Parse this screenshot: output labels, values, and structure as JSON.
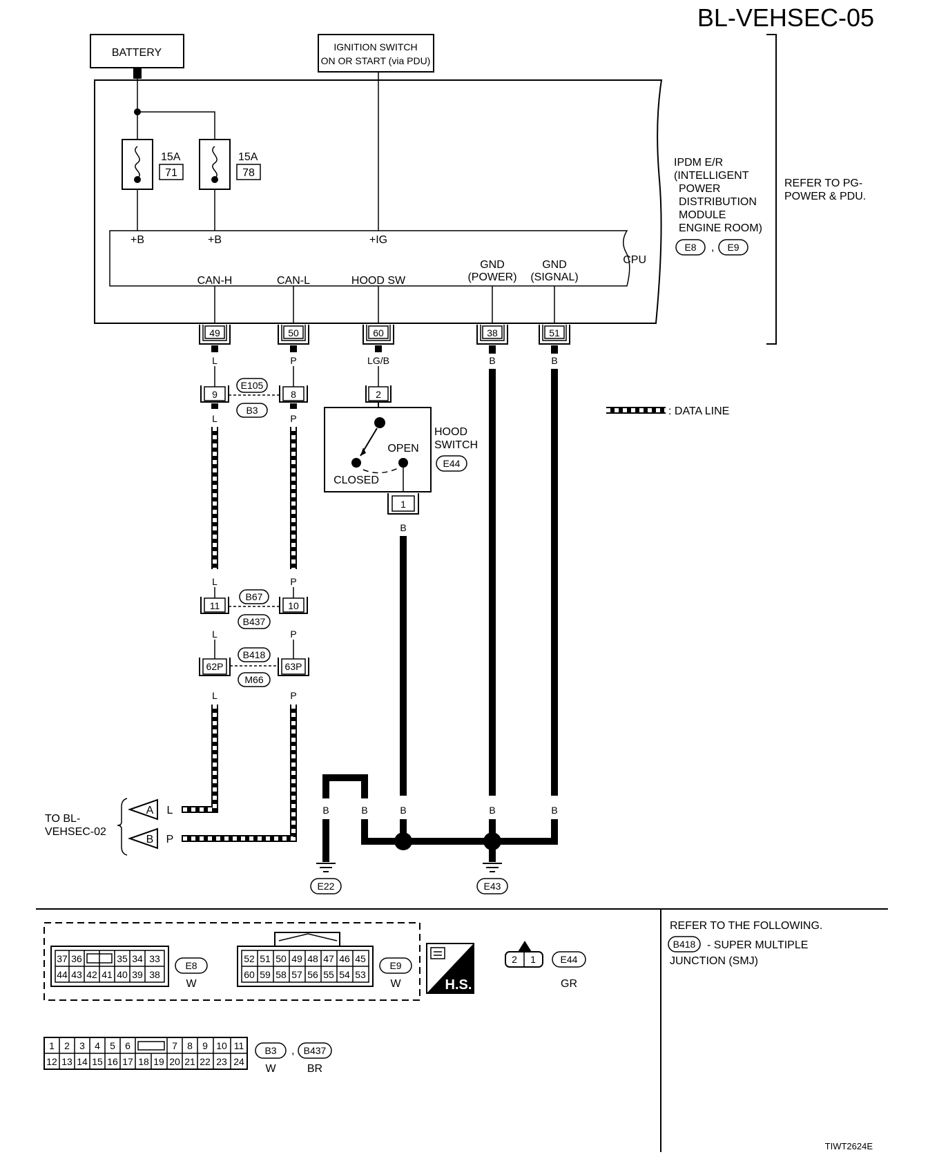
{
  "page_title": "BL-VEHSEC-05",
  "figure_id": "TIWT2624E",
  "power": {
    "battery_label": "BATTERY",
    "ignition_line1": "IGNITION SWITCH",
    "ignition_line2": "ON OR START (via PDU)"
  },
  "fuses": [
    {
      "amp": "15A",
      "num": "71"
    },
    {
      "amp": "15A",
      "num": "78"
    }
  ],
  "ipdm": {
    "label_lines": [
      "IPDM E/R",
      "(INTELLIGENT",
      "POWER",
      "DISTRIBUTION",
      "MODULE",
      "ENGINE ROOM)"
    ],
    "connectors": [
      "E8",
      "E9"
    ],
    "refer_line1": "REFER TO PG-",
    "refer_line2": "POWER & PDU.",
    "cpu_label": "CPU",
    "plus_b1": "+B",
    "plus_b2": "+B",
    "plus_ig": "+IG",
    "terms": {
      "can_h": "CAN-H",
      "can_l": "CAN-L",
      "hood_sw": "HOOD SW",
      "gnd_power_1": "GND",
      "gnd_power_2": "(POWER)",
      "gnd_signal_1": "GND",
      "gnd_signal_2": "(SIGNAL)"
    },
    "pins": [
      "49",
      "50",
      "60",
      "38",
      "51"
    ]
  },
  "wire_colors": {
    "L": "L",
    "P": "P",
    "LGB": "LG/B",
    "B": "B"
  },
  "inline_connectors": [
    {
      "left_pin": "9",
      "right_pin": "8",
      "top": "E105",
      "bottom": "B3"
    },
    {
      "left_pin": "11",
      "right_pin": "10",
      "top": "B67",
      "bottom": "B437"
    },
    {
      "left_pin": "62P",
      "right_pin": "63P",
      "top": "B418",
      "bottom": "M66"
    }
  ],
  "hood_switch": {
    "label_line1": "HOOD",
    "label_line2": "SWITCH",
    "connector": "E44",
    "open_label": "OPEN",
    "closed_label": "CLOSED",
    "pin_top": "2",
    "pin_bottom": "1"
  },
  "legend": {
    "data_line": ": DATA LINE"
  },
  "to_ref": {
    "line1": "TO BL-",
    "line2": "VEHSEC-02",
    "a": "A",
    "b": "B"
  },
  "grounds": [
    "E22",
    "E43"
  ],
  "bottom": {
    "e8_top": [
      "37",
      "36",
      "",
      "35",
      "34",
      "33"
    ],
    "e8_bottom": [
      "44",
      "43",
      "42",
      "41",
      "40",
      "39",
      "38"
    ],
    "e8_name": "E8",
    "e8_color": "W",
    "e9_top": [
      "52",
      "51",
      "50",
      "49",
      "48",
      "47",
      "46",
      "45"
    ],
    "e9_bottom": [
      "60",
      "59",
      "58",
      "57",
      "56",
      "55",
      "54",
      "53"
    ],
    "e9_name": "E9",
    "e9_color": "W",
    "hs_label": "H.S.",
    "e44_pins": [
      "2",
      "1"
    ],
    "e44_name": "E44",
    "e44_color": "GR",
    "b3_top_left": [
      "1",
      "2",
      "3",
      "4",
      "5",
      "6"
    ],
    "b3_top_right": [
      "7",
      "8",
      "9",
      "10",
      "11"
    ],
    "b3_bottom": [
      "12",
      "13",
      "14",
      "15",
      "16",
      "17",
      "18",
      "19",
      "20",
      "21",
      "22",
      "23",
      "24"
    ],
    "b3_name": "B3",
    "b3_color": "W",
    "b437_name": "B437",
    "b437_color": "BR",
    "refer_following": "REFER TO THE FOLLOWING.",
    "smj_code": "B418",
    "smj_line1": "- SUPER MULTIPLE",
    "smj_line2": "JUNCTION (SMJ)"
  }
}
